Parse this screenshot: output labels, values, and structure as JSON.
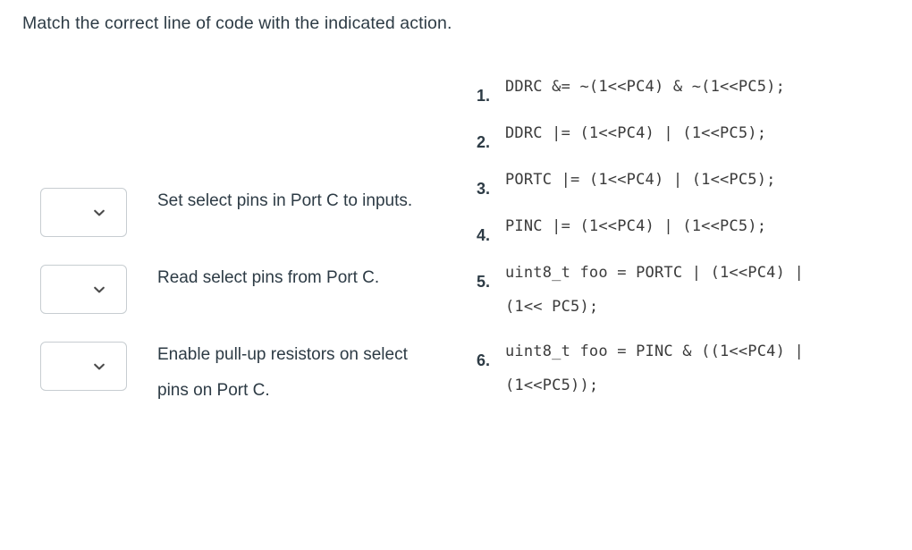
{
  "question": {
    "prompt": "Match the correct line of code with the indicated action."
  },
  "match_items": [
    {
      "label": "Set select pins in Port C to inputs.",
      "selected_value": "",
      "dropdown_icon": "chevron-down-icon"
    },
    {
      "label": "Read select pins from Port C.",
      "selected_value": "",
      "dropdown_icon": "chevron-down-icon"
    },
    {
      "label": "Enable pull-up resistors on select pins on Port C.",
      "selected_value": "",
      "dropdown_icon": "chevron-down-icon"
    }
  ],
  "options": [
    {
      "number": "1.",
      "code": "DDRC &= ~(1<<PC4) & ~(1<<PC5);"
    },
    {
      "number": "2.",
      "code": "DDRC |= (1<<PC4) | (1<<PC5);"
    },
    {
      "number": "3.",
      "code": "PORTC |= (1<<PC4) | (1<<PC5);"
    },
    {
      "number": "4.",
      "code": "PINC |= (1<<PC4) | (1<<PC5);"
    },
    {
      "number": "5.",
      "code": "uint8_t foo = PORTC | (1<<PC4) | (1<< PC5);"
    },
    {
      "number": "6.",
      "code": "uint8_t foo = PINC & ((1<<PC4) | (1<<PC5));"
    }
  ],
  "colors": {
    "background": "#ffffff",
    "text": "#2d3b45",
    "code_text": "#3b3b3b",
    "select_border": "#c7cdd1"
  }
}
